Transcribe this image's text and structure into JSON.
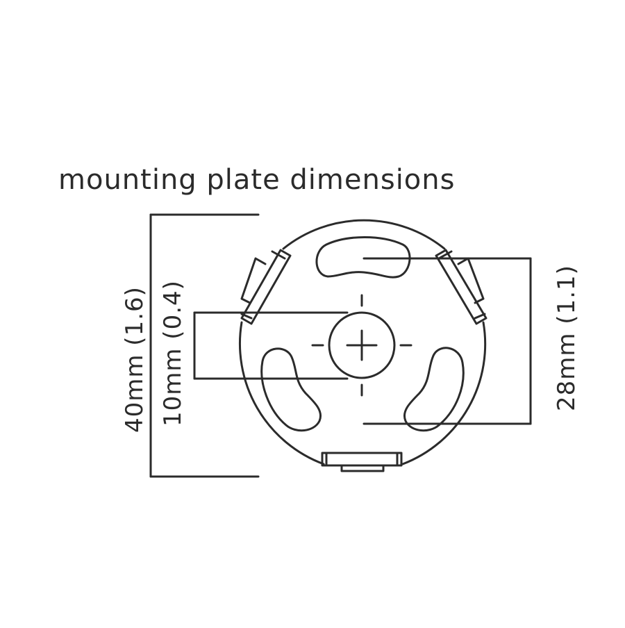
{
  "title": "mounting plate dimensions",
  "dimensions": {
    "overall": "40mm (1.6)",
    "center_hole": "10mm (0.4)",
    "slot_span": "28mm (1.1)"
  },
  "colors": {
    "stroke": "#2b2b2b",
    "text": "#2b2b2b",
    "background": "#ffffff"
  }
}
